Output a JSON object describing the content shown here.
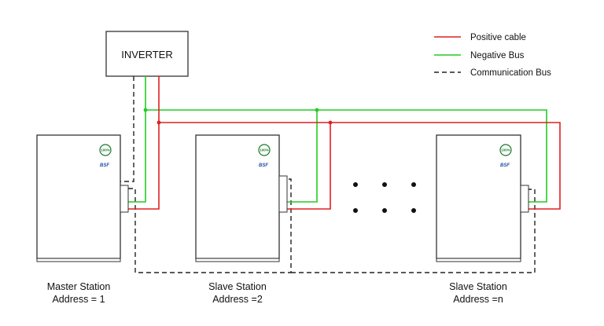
{
  "inverter": {
    "label": "INVERTER"
  },
  "legend": {
    "items": [
      {
        "label": "Positive cable",
        "color": "#e02020",
        "style": "solid"
      },
      {
        "label": "Negative Bus",
        "color": "#22cc22",
        "style": "solid"
      },
      {
        "label": "Communication Bus",
        "color": "#222222",
        "style": "dashed"
      }
    ]
  },
  "stations": [
    {
      "name": "Master Station",
      "address": "Address = 1",
      "badge": "100%",
      "logo": "BSF"
    },
    {
      "name": "Slave Station",
      "address": "Address =2",
      "badge": "100%",
      "logo": "BSF"
    },
    {
      "name": "Slave Station",
      "address": "Address =n",
      "badge": "100%",
      "logo": "BSF"
    }
  ],
  "colors": {
    "positive": "#e02020",
    "negative": "#22cc22",
    "comm": "#222222",
    "cabinet_stroke": "#333333",
    "cabinet_fill": "#ffffff",
    "logo": "#1b4fa0"
  }
}
